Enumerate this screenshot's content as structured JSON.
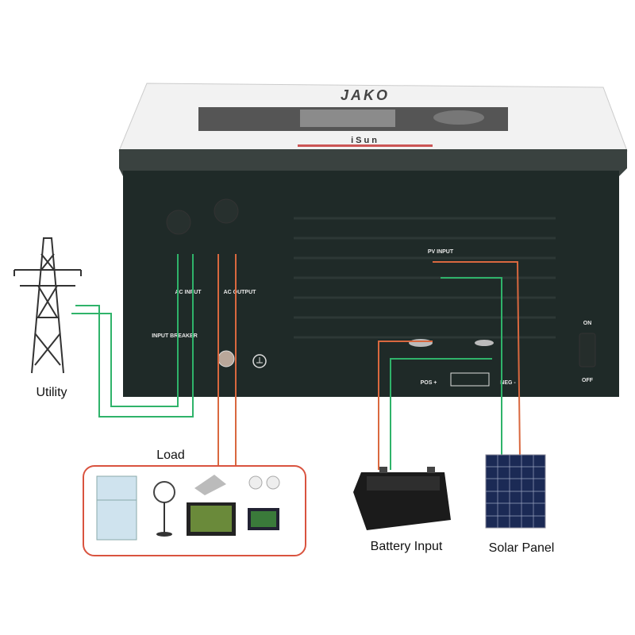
{
  "brand": {
    "logo": "JAKO",
    "model": "iSun"
  },
  "inverter_labels": {
    "ac_input": "AC INPUT",
    "ac_output": "AC OUTPUT",
    "input_breaker": "INPUT BREAKER",
    "pv_input": "PV INPUT",
    "pos": "POS +",
    "neg": "NEG -",
    "on": "ON",
    "off": "OFF"
  },
  "components": {
    "utility": "Utility",
    "load": "Load",
    "battery": "Battery Input",
    "solar": "Solar Panel"
  },
  "colors": {
    "body": "#1f2a28",
    "positive_wire": "#d9683f",
    "negative_wire": "#2fb36a",
    "load_border": "#d9533f"
  }
}
